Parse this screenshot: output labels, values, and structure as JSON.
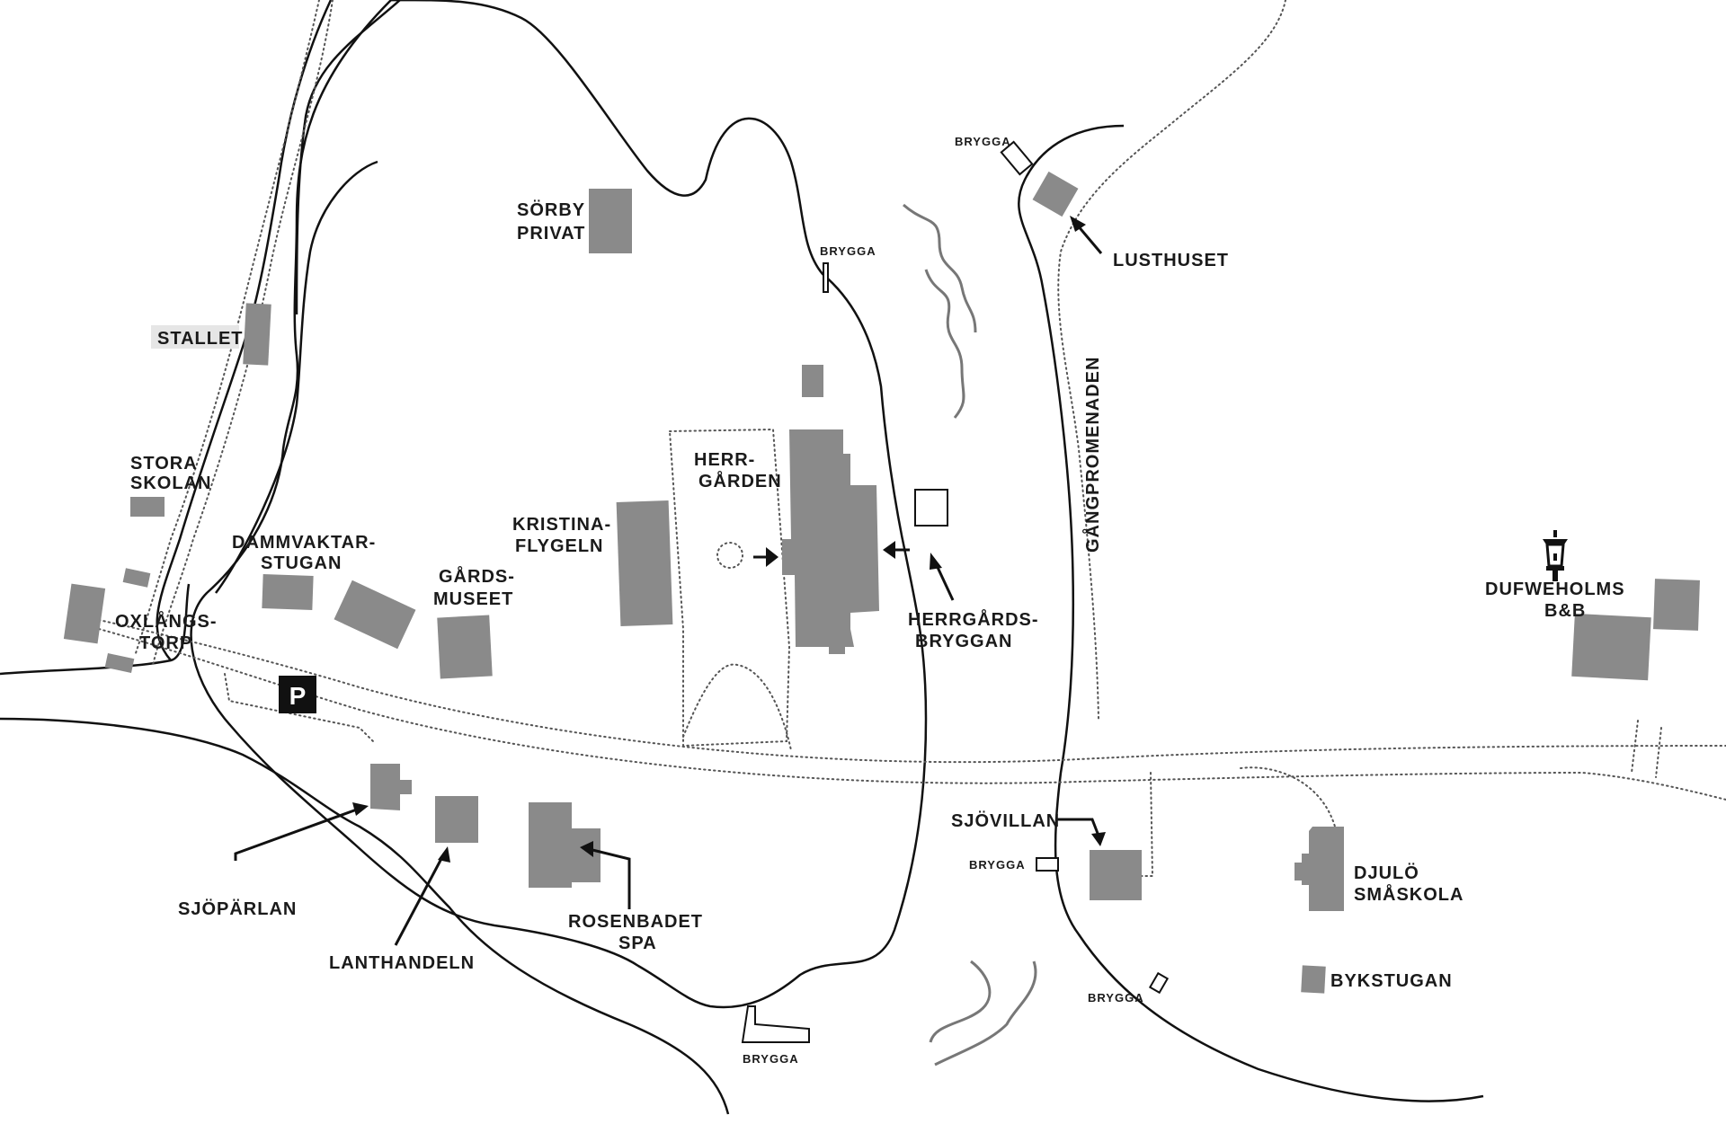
{
  "map": {
    "labels": {
      "sorby_privat": [
        "SÖRBY",
        "PRIVAT"
      ],
      "stallet": "STALLET",
      "stora_skolan": [
        "STORA",
        "SKOLAN"
      ],
      "dammvaktarstugan": [
        "DAMMVAKTAR-",
        "STUGAN"
      ],
      "gardsmuseet": [
        "GÅRDS-",
        "MUSEET"
      ],
      "kristinaflygeln": [
        "KRISTINA-",
        "FLYGELN"
      ],
      "herrgarden": [
        "HERR-",
        "GÅRDEN"
      ],
      "herrgardsbryggan": [
        "HERRGÅRDS-",
        "BRYGGAN"
      ],
      "oxlangstorp": [
        "OXLÅNGS-",
        "TORP"
      ],
      "lusthuset": "LUSTHUSET",
      "gangpromenaden": "GÅNGPROMENADEN",
      "dufweholms": [
        "DUFWEHOLMS",
        "B&B"
      ],
      "sjoparlan": "SJÖPÄRLAN",
      "lanthandeln": "LANTHANDELN",
      "rosenbadet": [
        "ROSENBADET",
        "SPA"
      ],
      "sjovillan": "SJÖVILLAN",
      "djulo": [
        "DJULÖ",
        "SMÅSKOLA"
      ],
      "bykstugan": "BYKSTUGAN",
      "parking": "P"
    },
    "brygga": {
      "top_right": "BRYGGA",
      "center": "BRYGGA",
      "sjovillan": "BRYGGA",
      "bykstugan": "BRYGGA",
      "bottom": "BRYGGA"
    },
    "icons": {
      "lantern": "lantern-icon",
      "parking": "parking-icon"
    },
    "colors": {
      "building": "#8a8a8a",
      "road": "#111111",
      "background": "#ffffff"
    }
  }
}
